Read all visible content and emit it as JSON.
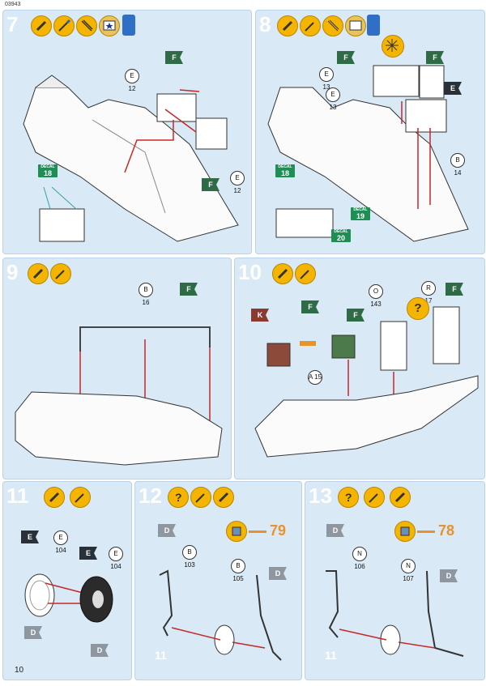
{
  "page": {
    "code": "03943",
    "page_number": "10"
  },
  "steps": [
    {
      "number": "7",
      "parts": [
        "E 12",
        "E 12"
      ],
      "decal": "18",
      "decal_label": "DECAL",
      "paint": [
        "F",
        "F"
      ]
    },
    {
      "number": "8",
      "parts": [
        "E 13",
        "E 13",
        "B 14"
      ],
      "decals": [
        "18",
        "19",
        "20"
      ],
      "decal_label": "DECAL",
      "paint": [
        "F",
        "F",
        "E"
      ]
    },
    {
      "number": "9",
      "parts": [
        "B 16"
      ],
      "paint": [
        "F"
      ]
    },
    {
      "number": "10",
      "parts": [
        "O 143",
        "R 17",
        "A 15"
      ],
      "paint": [
        "F",
        "F",
        "K",
        "F"
      ],
      "hint": "?"
    },
    {
      "number": "11",
      "parts": [
        "E 104",
        "E 104"
      ],
      "paint": [
        "E",
        "E",
        "D",
        "D"
      ]
    },
    {
      "number": "12",
      "parts": [
        "B 103",
        "B 105"
      ],
      "paint": [
        "D",
        "D"
      ],
      "xref": "79",
      "subassembly": "11"
    },
    {
      "number": "13",
      "parts": [
        "N 106",
        "N 107"
      ],
      "paint": [
        "D",
        "D"
      ],
      "xref": "78",
      "subassembly": "11"
    }
  ]
}
